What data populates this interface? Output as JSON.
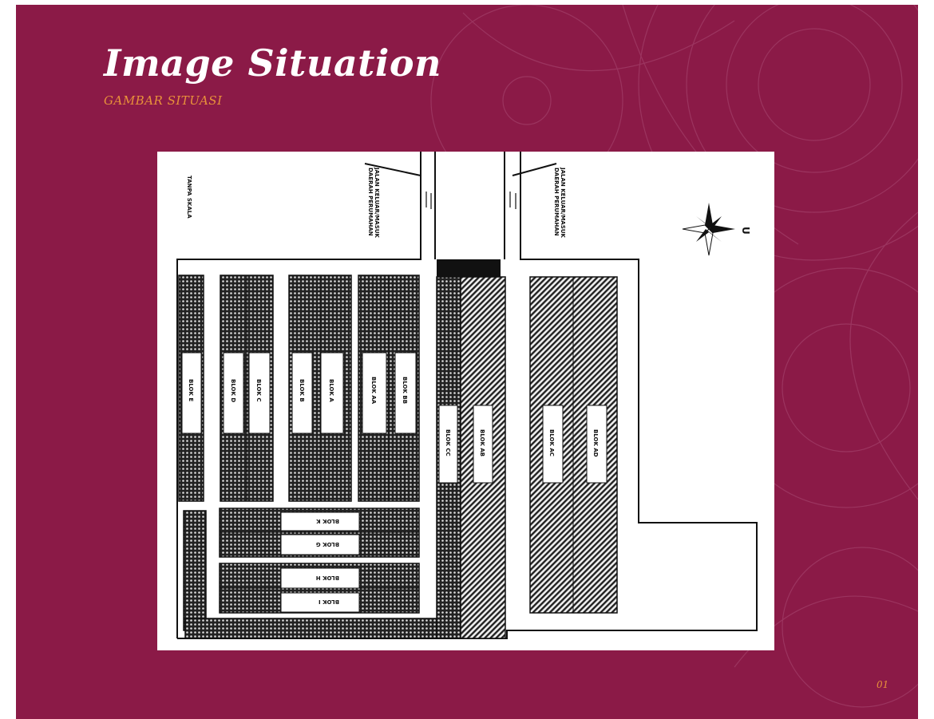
{
  "header": {
    "title": "Image Situation",
    "subtitle": "GAMBAR SITUASI"
  },
  "page_number": "01",
  "plan": {
    "scale_note": "TANPA SKALA",
    "road_left": [
      "JALAN KELUAR/MASUK",
      "DAERAH PERUMAHAN"
    ],
    "road_right": [
      "JALAN KELUAR/MASUK",
      "DAERAH PERUMAHAN"
    ],
    "north_label": "U",
    "blocks": {
      "e": "BLOK E",
      "d": "BLOK D",
      "c": "BLOK C",
      "b": "BLOK B",
      "a": "BLOK A",
      "aa": "BLOK AA",
      "bb": "BLOK BB",
      "cc": "BLOK CC",
      "ab": "BLOK AB",
      "ac": "BLOK AC",
      "ad": "BLOK AD",
      "k": "BLOK K",
      "g": "BLOK G",
      "h": "BLOK H",
      "i": "BLOK I"
    }
  },
  "colors": {
    "background": "#8b1a47",
    "accent": "#e8913a",
    "title": "#ffffff"
  }
}
